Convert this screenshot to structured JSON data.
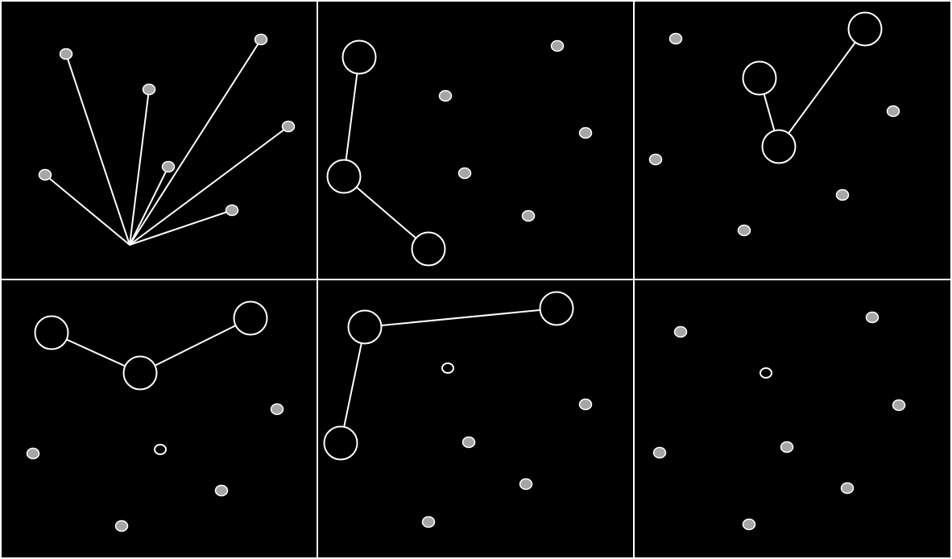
{
  "colors": {
    "background": "#000000",
    "line": "#ffffff",
    "dot_fill": "#a6a6a6",
    "dot_stroke": "#ffffff"
  },
  "panels": [
    {
      "name": "panel-1",
      "dots": [
        [
          82,
          67
        ],
        [
          185,
          111
        ],
        [
          209,
          207
        ],
        [
          56,
          217
        ],
        [
          288,
          261
        ],
        [
          324,
          49
        ],
        [
          358,
          157
        ]
      ],
      "circles": [],
      "rings": [],
      "edges": [
        [
          161,
          304,
          82,
          67
        ],
        [
          161,
          304,
          185,
          111
        ],
        [
          161,
          304,
          209,
          207
        ],
        [
          161,
          304,
          56,
          217
        ],
        [
          161,
          304,
          288,
          261
        ],
        [
          161,
          304,
          324,
          49
        ],
        [
          161,
          304,
          358,
          157
        ]
      ]
    },
    {
      "name": "panel-2",
      "dots": [
        [
          692,
          57
        ],
        [
          553,
          119
        ],
        [
          727,
          165
        ],
        [
          577,
          215
        ],
        [
          656,
          268
        ]
      ],
      "circles": [
        [
          446,
          71
        ],
        [
          427,
          219
        ],
        [
          532,
          309
        ]
      ],
      "rings": [],
      "edges": [
        [
          446,
          71,
          427,
          219
        ],
        [
          427,
          219,
          532,
          309
        ]
      ]
    },
    {
      "name": "panel-3",
      "dots": [
        [
          839,
          48
        ],
        [
          1109,
          138
        ],
        [
          814,
          198
        ],
        [
          1046,
          242
        ],
        [
          924,
          286
        ]
      ],
      "circles": [
        [
          1074,
          36
        ],
        [
          943,
          97
        ],
        [
          967,
          182
        ]
      ],
      "rings": [],
      "edges": [
        [
          943,
          97,
          967,
          182
        ],
        [
          967,
          182,
          1074,
          36
        ]
      ]
    },
    {
      "name": "panel-4",
      "dots": [
        [
          344,
          508
        ],
        [
          41,
          563
        ],
        [
          275,
          609
        ],
        [
          151,
          653
        ]
      ],
      "circles": [
        [
          64,
          413
        ],
        [
          174,
          463
        ],
        [
          311,
          395
        ]
      ],
      "rings": [
        [
          199,
          558
        ]
      ],
      "edges": [
        [
          64,
          413,
          174,
          463
        ],
        [
          174,
          463,
          311,
          395
        ]
      ]
    },
    {
      "name": "panel-5",
      "dots": [
        [
          727,
          502
        ],
        [
          582,
          549
        ],
        [
          653,
          601
        ],
        [
          532,
          648
        ]
      ],
      "circles": [
        [
          453,
          406
        ],
        [
          691,
          383
        ],
        [
          423,
          550
        ]
      ],
      "rings": [
        [
          556,
          457
        ]
      ],
      "edges": [
        [
          453,
          406,
          691,
          383
        ],
        [
          453,
          406,
          423,
          550
        ]
      ]
    },
    {
      "name": "panel-6",
      "dots": [
        [
          1083,
          394
        ],
        [
          845,
          412
        ],
        [
          1116,
          503
        ],
        [
          977,
          555
        ],
        [
          819,
          562
        ],
        [
          1052,
          606
        ],
        [
          930,
          651
        ]
      ],
      "circles": [],
      "rings": [
        [
          951,
          463
        ]
      ],
      "edges": []
    }
  ]
}
